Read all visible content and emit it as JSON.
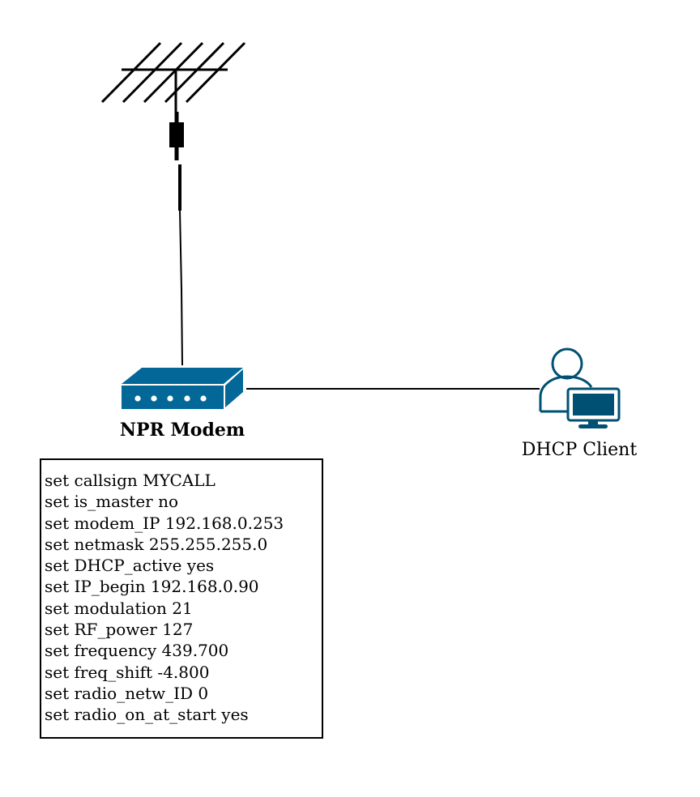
{
  "modem": {
    "label": "NPR Modem",
    "color": "#036897"
  },
  "client": {
    "label": "DHCP Client",
    "color": "#005073"
  },
  "antenna": {
    "icon": "yagi-antenna-icon"
  },
  "config": {
    "lines": [
      "set callsign MYCALL",
      "set is_master no",
      "set modem_IP 192.168.0.253",
      "set netmask 255.255.255.0",
      "set DHCP_active yes",
      "set IP_begin 192.168.0.90",
      "set modulation 21",
      "set RF_power 127",
      "set frequency 439.700",
      "set freq_shift -4.800",
      "set radio_netw_ID 0",
      "set radio_on_at_start yes"
    ]
  }
}
